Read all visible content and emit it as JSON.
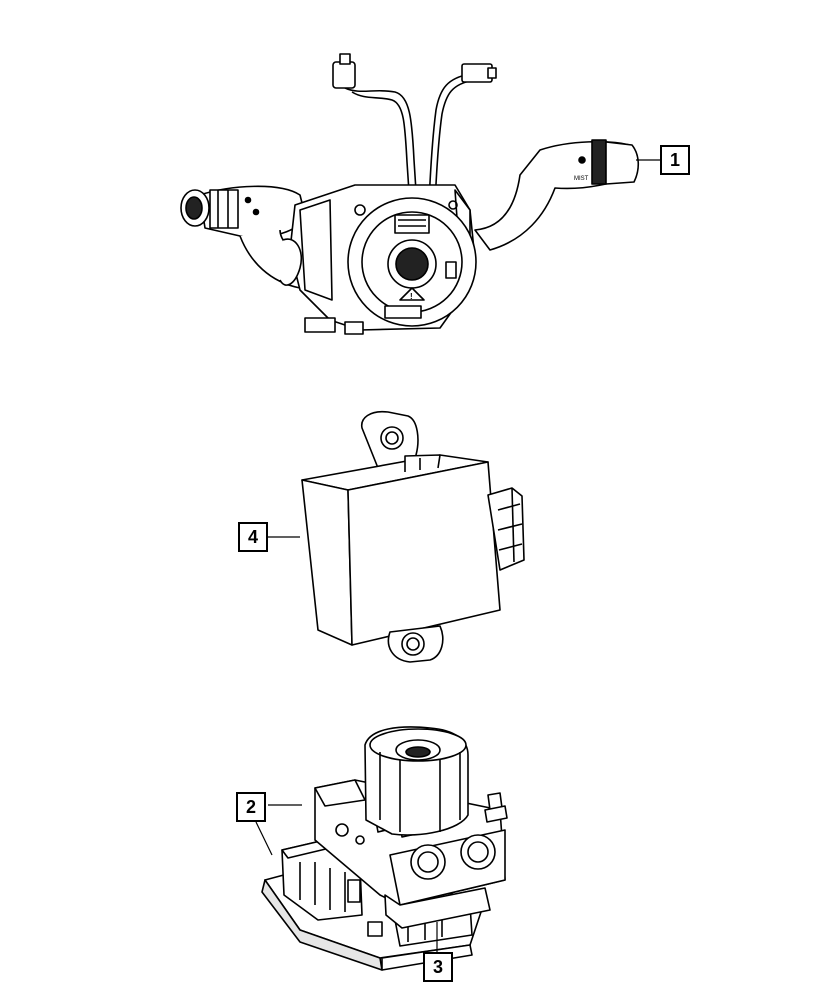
{
  "diagram": {
    "parts": [
      {
        "id": "multifunction-switch",
        "callout": "1"
      },
      {
        "id": "abs-module",
        "callout": "2"
      },
      {
        "id": "abs-module-mount",
        "callout": "3"
      },
      {
        "id": "control-module",
        "callout": "4"
      }
    ],
    "switch_marks": {
      "lever_text": "MIST"
    }
  },
  "colors": {
    "line": "#000000",
    "fill": "#ffffff",
    "shade": "#e6e6e6"
  }
}
